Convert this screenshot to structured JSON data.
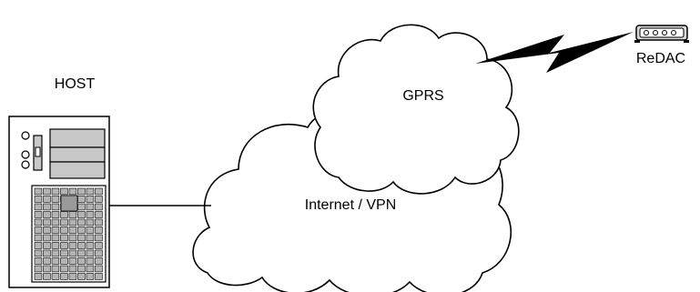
{
  "labels": {
    "host": "HOST",
    "redac": "ReDAC",
    "gprs": "GPRS",
    "internet": "Internet / VPN"
  },
  "colors": {
    "stroke": "#000000",
    "background": "#ffffff",
    "host_panel": "#c8c8c8",
    "host_grid": "#b4b4b4",
    "device_body": "#d8d8d8"
  },
  "icons": {
    "host": "server-tower-icon",
    "redac": "modem-device-icon",
    "link": "wireless-lightning-icon"
  }
}
